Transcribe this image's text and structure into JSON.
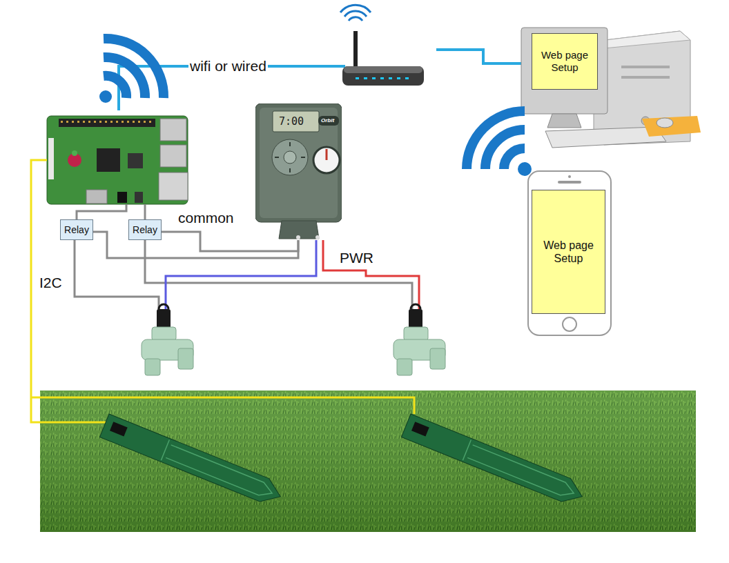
{
  "diagram": {
    "nodes": [
      {
        "text": [
          "Web page Setup"
        ]
      },
      {
        "text": [
          "7:00",
          "Orbit"
        ]
      },
      {
        "text": [
          "Web page Setup"
        ]
      },
      {
        "text": [
          "Relay"
        ]
      },
      {
        "text": [
          "Relay"
        ]
      }
    ],
    "edges": [
      {
        "from": 3,
        "to": 1,
        "arrow": "none"
      },
      {
        "from": 4,
        "to": 1,
        "arrow": "none"
      }
    ],
    "labels": [
      "wifi or wired",
      "common",
      "PWR",
      "I2C"
    ]
  }
}
